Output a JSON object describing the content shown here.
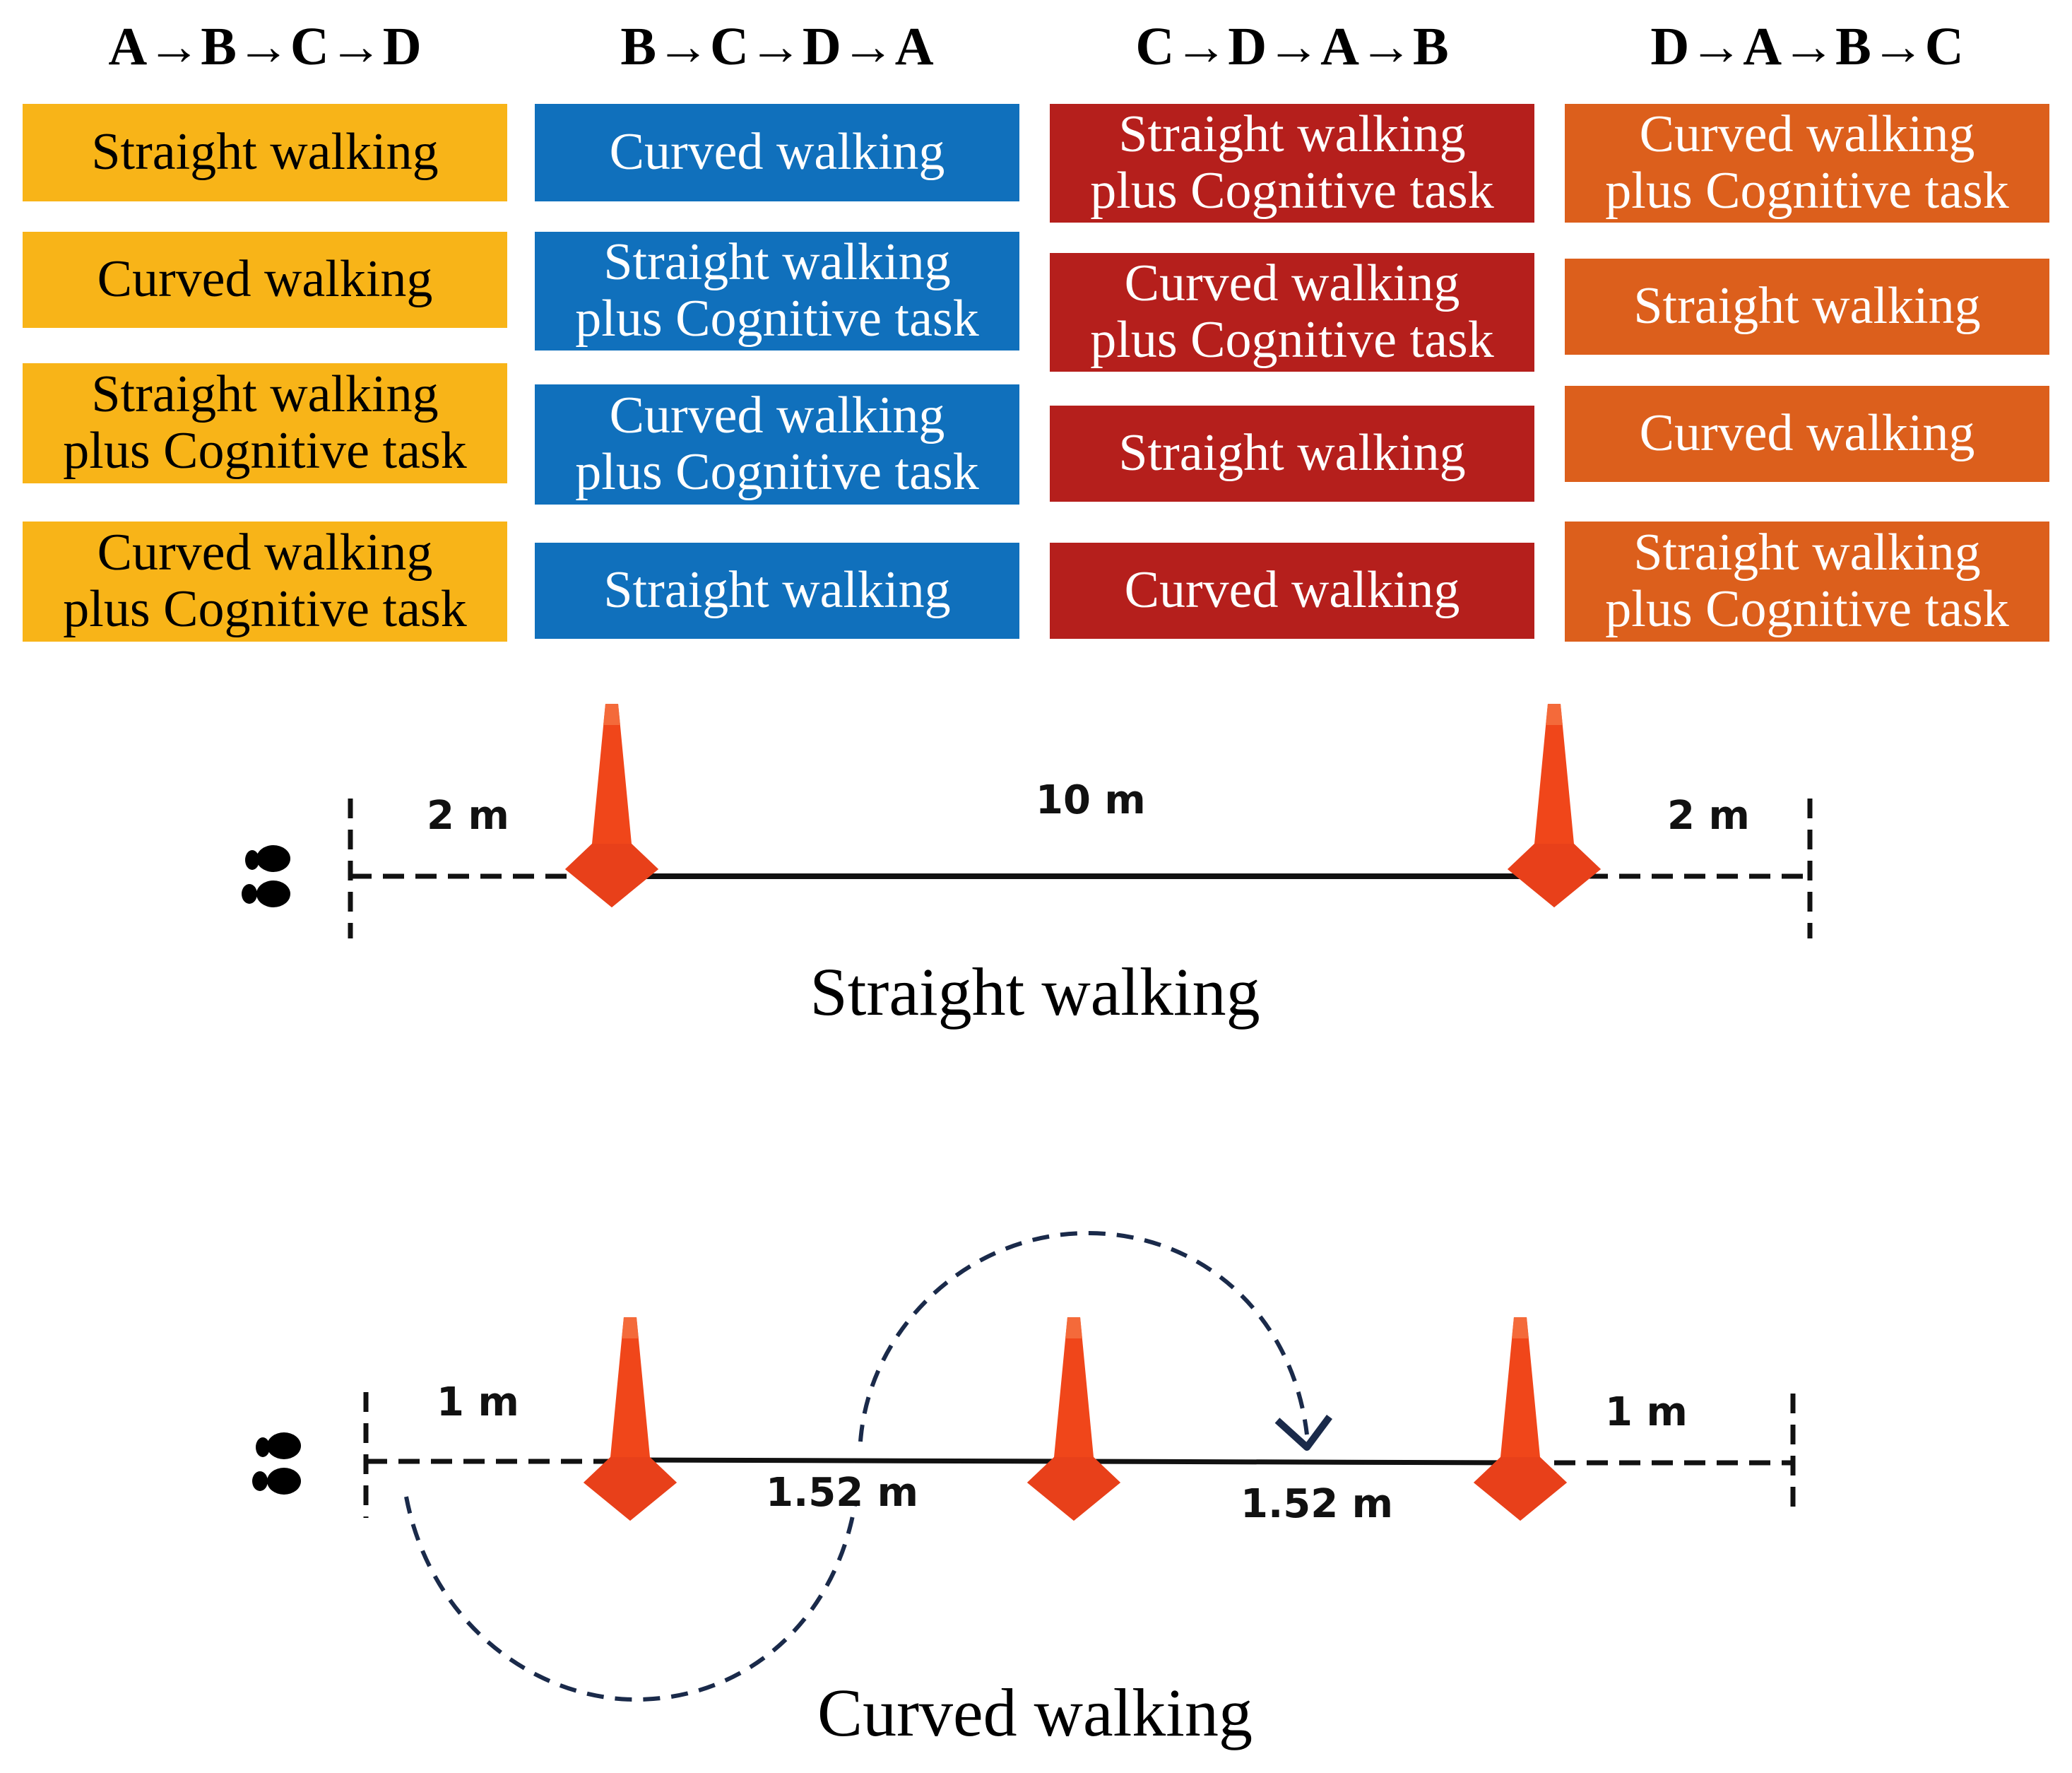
{
  "colors": {
    "A": "#F8B418",
    "B": "#1070BC",
    "C": "#B51F1C",
    "D": "#DC5F1C",
    "cone": "#F0461A",
    "path": "#1A2A4A"
  },
  "columns": [
    {
      "header": "A→B→C→D",
      "fill": "#F8B418",
      "text_color": "#000000",
      "items": [
        "Straight walking",
        "Curved  walking",
        "Straight walking\nplus Cognitive task",
        "Curved walking\nplus Cognitive task"
      ]
    },
    {
      "header": "B→C→D→A",
      "fill": "#1070BC",
      "text_color": "#ffffff",
      "items": [
        "Curved  walking",
        "Straight walking\nplus Cognitive task",
        "Curved walking\nplus Cognitive task",
        "Straight walking"
      ]
    },
    {
      "header": "C→D→A→B",
      "fill": "#B51F1C",
      "text_color": "#ffffff",
      "items": [
        "Straight walking\nplus Cognitive task",
        "Curved walking\nplus Cognitive task",
        "Straight walking",
        "Curved  walking"
      ]
    },
    {
      "header": "D→A→B→C",
      "fill": "#DC5F1C",
      "text_color": "#ffffff",
      "items": [
        "Curved walking\nplus Cognitive task",
        "Straight walking",
        "Curved  walking",
        "Straight walking\nplus Cognitive task"
      ]
    }
  ],
  "straight": {
    "left": "2 m",
    "middle": "10 m",
    "right": "2 m",
    "caption": "Straight walking"
  },
  "curved": {
    "left": "1 m",
    "seg1": "1.52 m",
    "seg2": "1.52 m",
    "right": "1 m",
    "caption": "Curved  walking"
  }
}
